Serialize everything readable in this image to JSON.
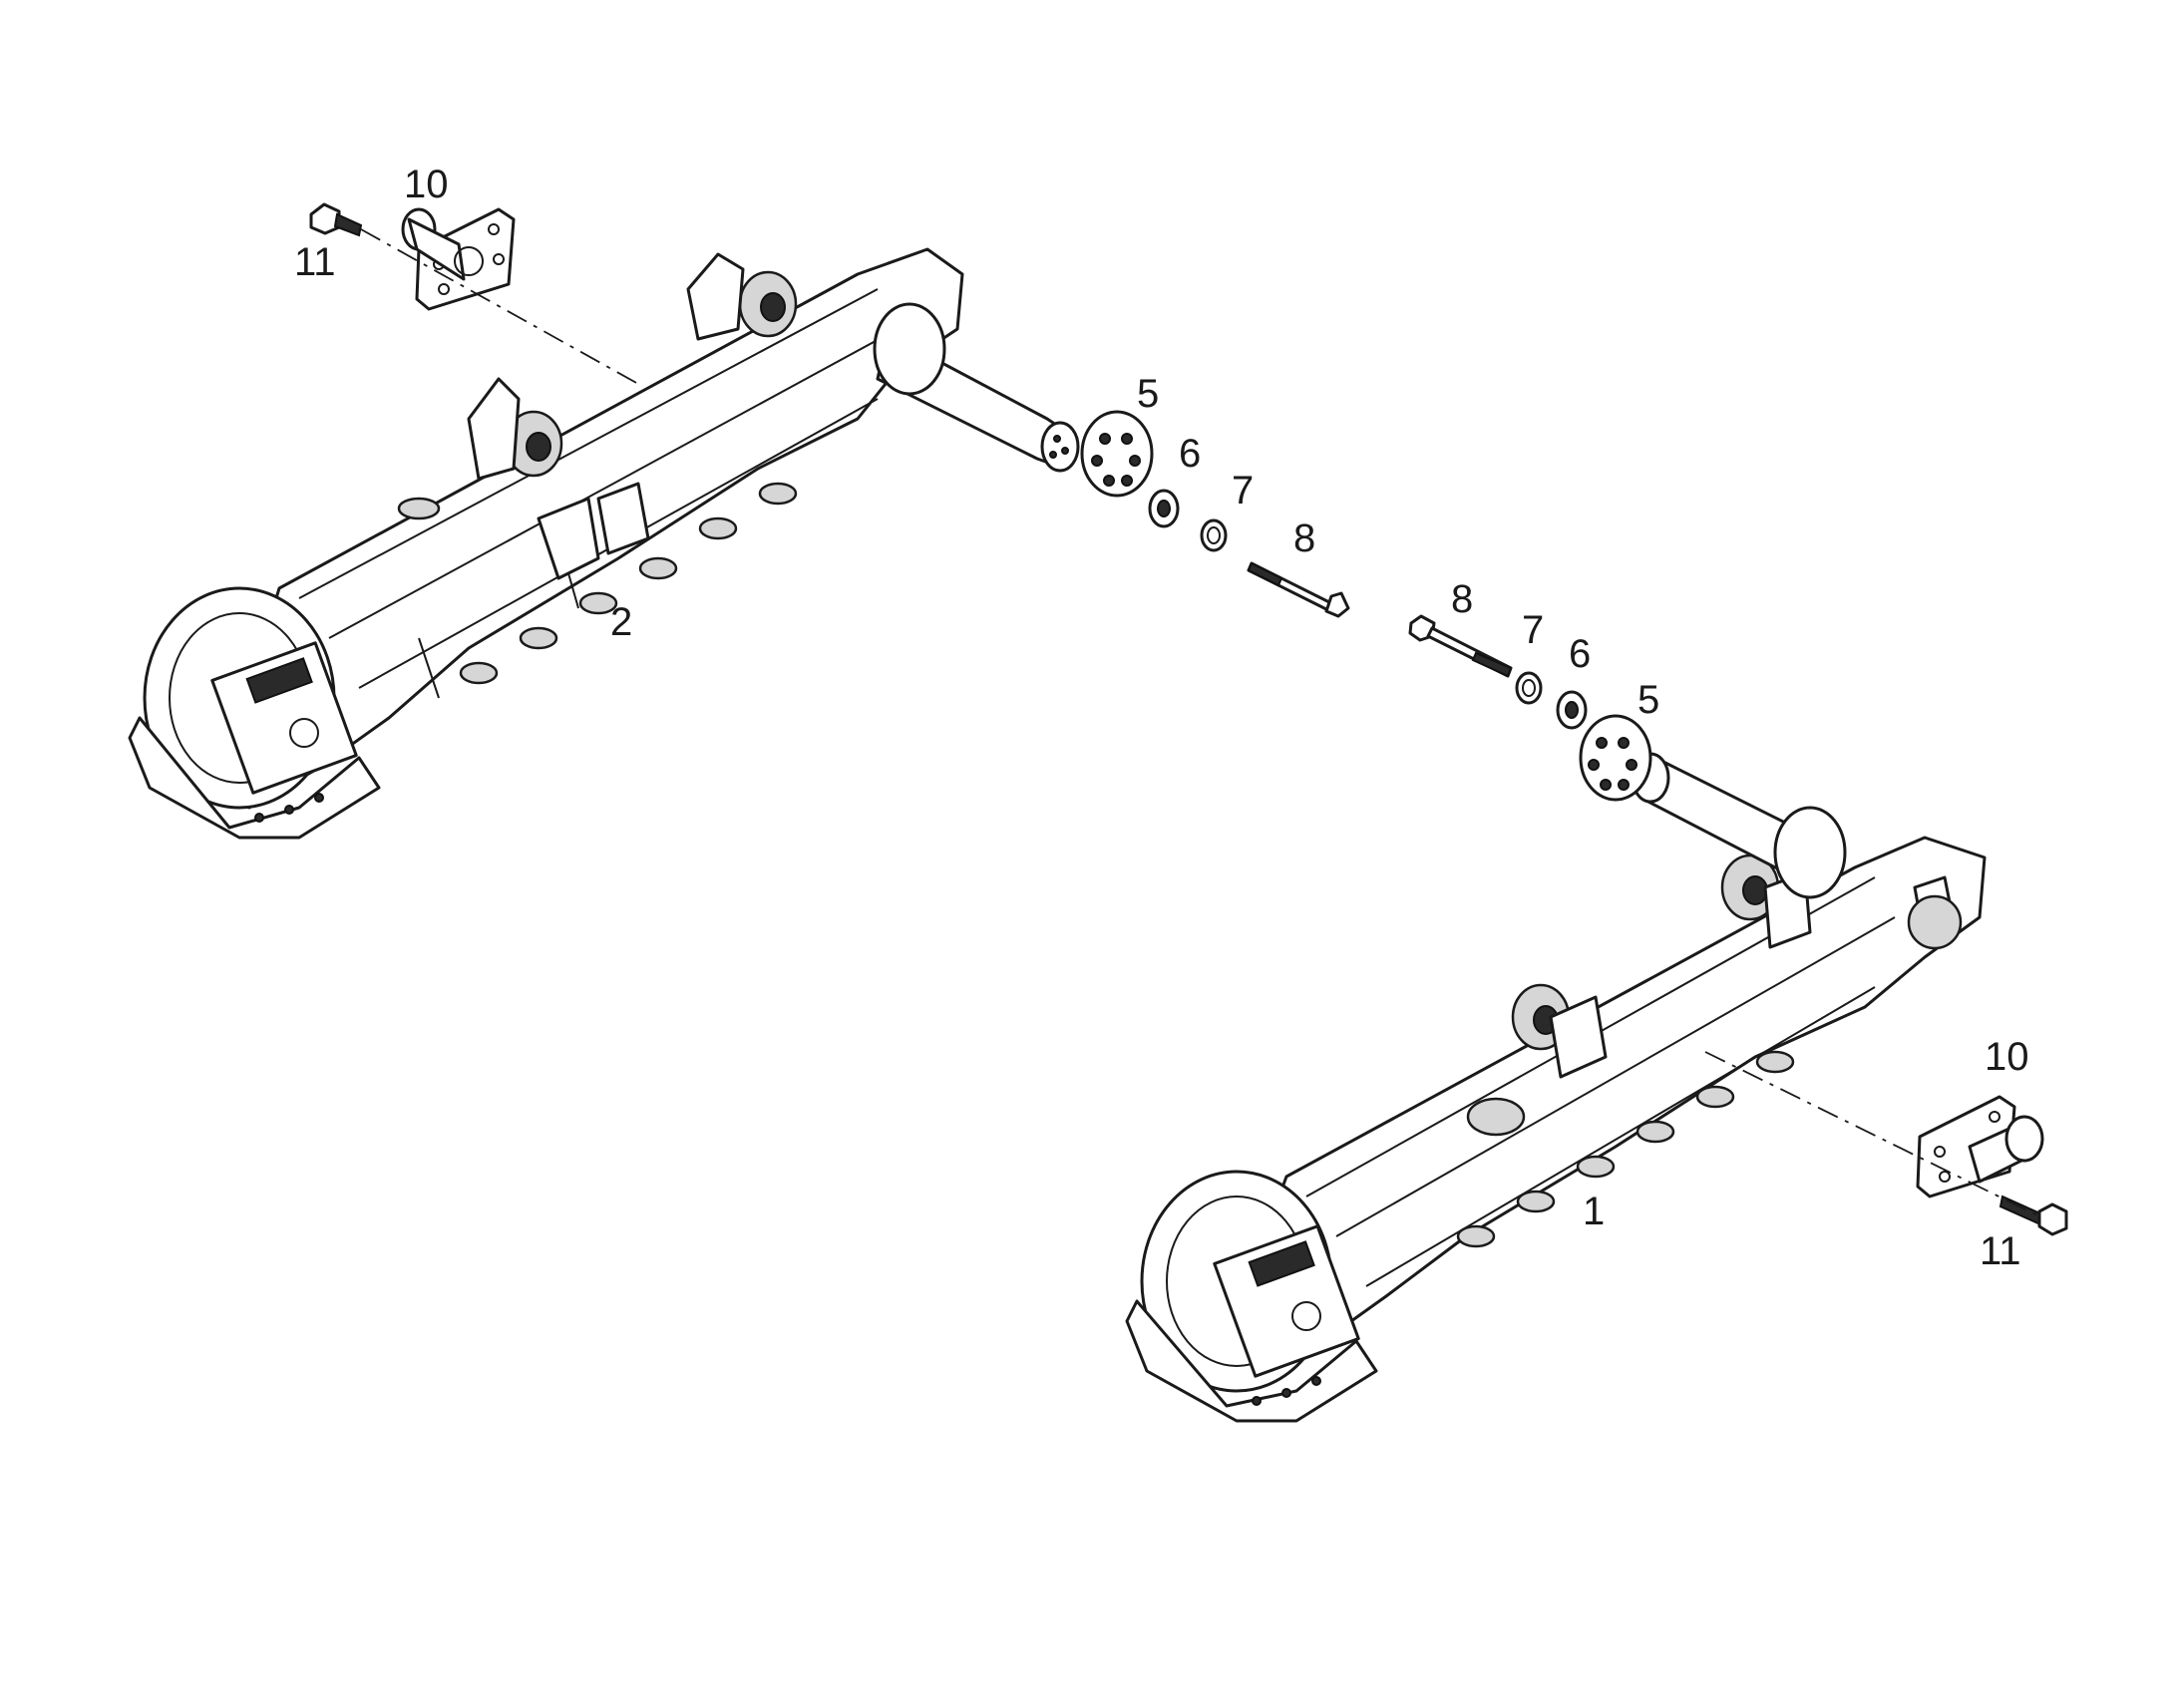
{
  "callouts": {
    "item_1": "1",
    "item_2": "2",
    "left_10": "10",
    "left_11": "11",
    "left_5": "5",
    "left_6": "6",
    "left_7": "7",
    "left_8": "8",
    "right_8": "8",
    "right_7": "7",
    "right_6": "6",
    "right_5": "5",
    "right_10": "10",
    "right_11": "11"
  }
}
